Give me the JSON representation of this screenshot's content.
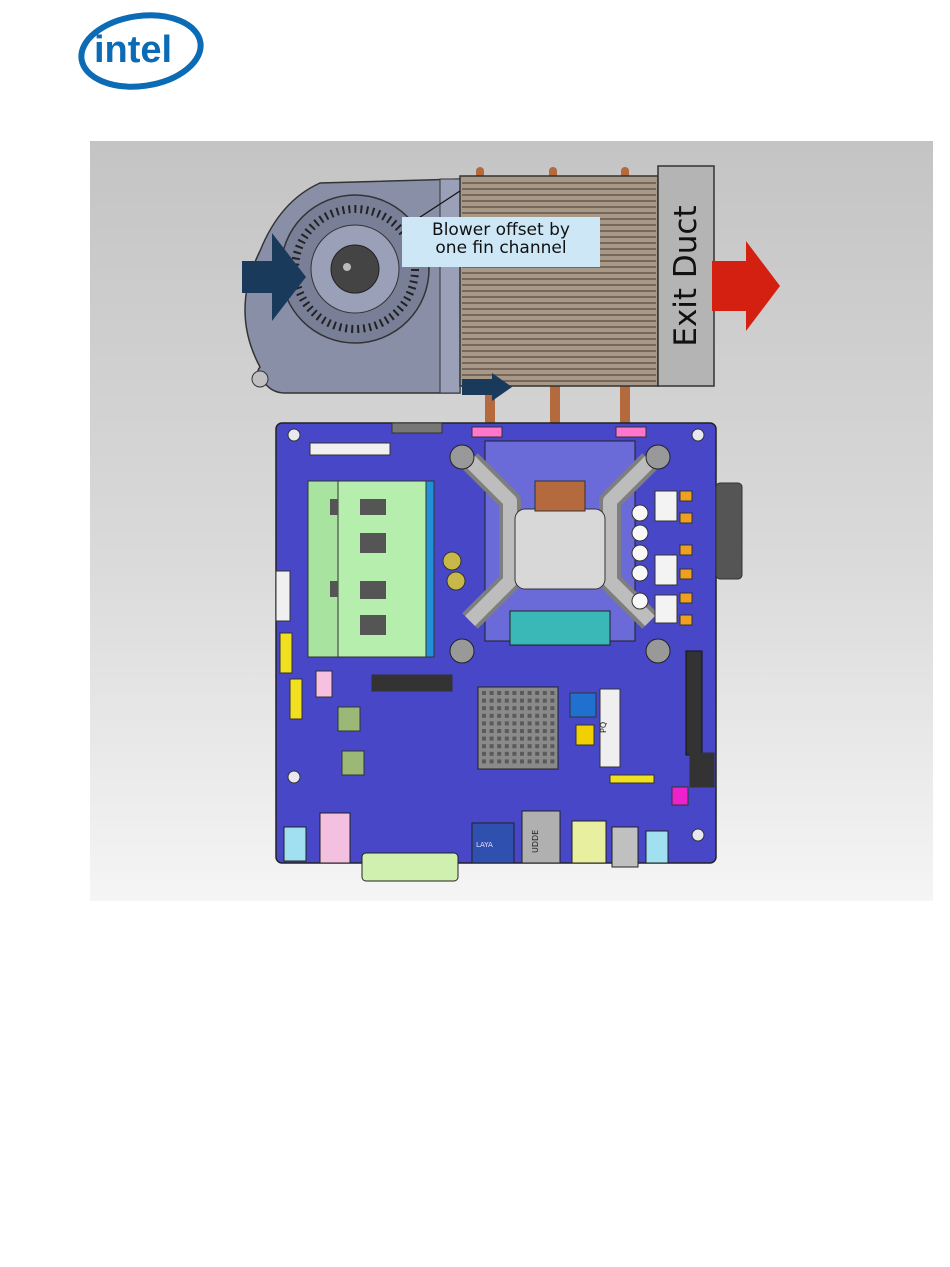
{
  "brand": {
    "logo_text": "intel"
  },
  "diagram": {
    "callout": {
      "line1": "Blower offset by",
      "line2": "one fin channel"
    },
    "exit_duct_label": "Exit Duct",
    "colors": {
      "board": "#4747c8",
      "airflow_in": "#1a3a5c",
      "airflow_out": "#d42010",
      "heatpipe": "#b46a3c",
      "memory": "#a8e3a0",
      "callout_bg": "#cde7f7",
      "logo": "#0b6bb5"
    },
    "board_port_labels": [
      "LAYA",
      "UDDE",
      "PQ"
    ]
  }
}
